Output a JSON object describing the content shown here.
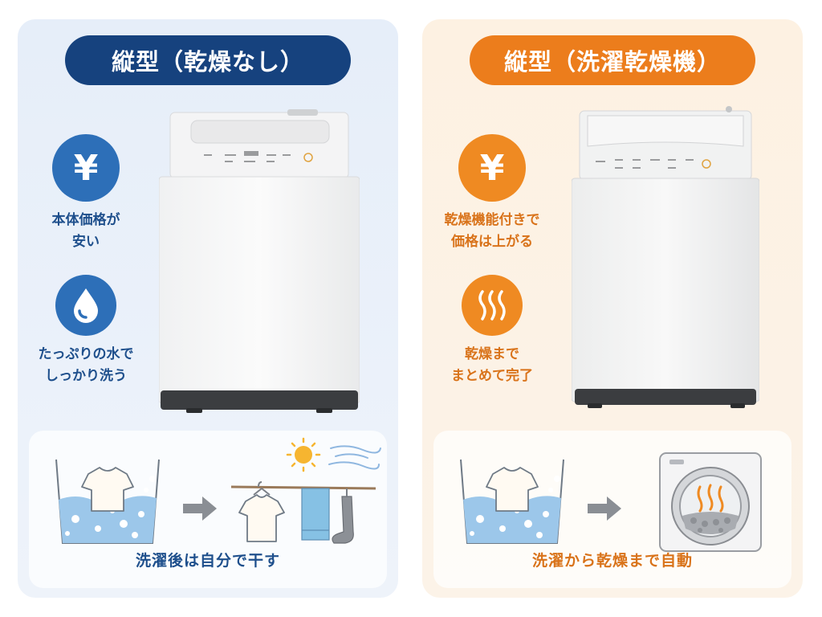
{
  "left": {
    "title": "縦型（乾燥なし）",
    "features": [
      {
        "icon": "yen-icon",
        "symbol": "¥",
        "label": "本体価格が\n安い"
      },
      {
        "icon": "water-drop-icon",
        "label": "たっぷりの水で\nしっかり洗う"
      }
    ],
    "bottom_caption": "洗濯後は自分で干す"
  },
  "right": {
    "title": "縦型（洗濯乾燥機）",
    "features": [
      {
        "icon": "yen-icon",
        "symbol": "¥",
        "label": "乾燥機能付きで\n価格は上がる"
      },
      {
        "icon": "heat-waves-icon",
        "label": "乾燥まで\nまとめて完了"
      }
    ],
    "bottom_caption": "洗濯から乾燥まで自動"
  },
  "colors": {
    "left_accent": "#16427e",
    "right_accent": "#ec7d1c",
    "left_bg": "#e6eef9",
    "right_bg": "#fdf1e2"
  }
}
